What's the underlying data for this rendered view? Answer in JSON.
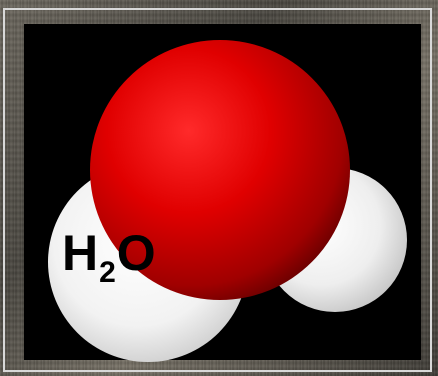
{
  "caption": {
    "element": "H",
    "subscript": "2",
    "element2": "O"
  },
  "colors": {
    "oxygen": "#e00000",
    "hydrogen": "#ffffff",
    "background": "#000000",
    "frame": "#d8d8d8"
  }
}
